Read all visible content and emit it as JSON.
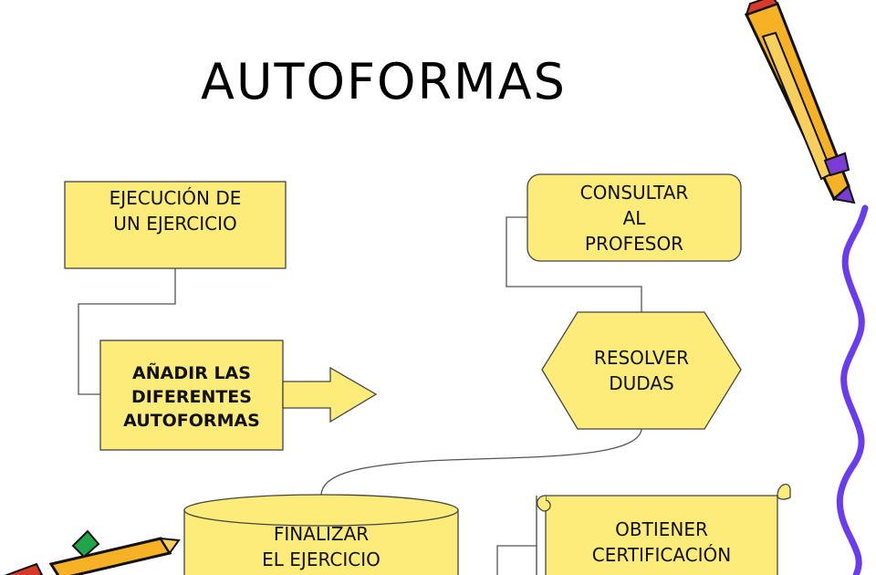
{
  "title": "AUTOFORMAS",
  "colors": {
    "fill": "#fdec7a",
    "stroke": "#444444",
    "connector": "#555555",
    "squiggle": "#6a3cf0"
  },
  "icons": [
    "pencil-icon",
    "pencils-icon"
  ],
  "shapes": {
    "ejecucion": {
      "lines": [
        "EJECUCIÓN DE",
        "UN EJERCICIO"
      ]
    },
    "anadir": {
      "lines": [
        "AÑADIR LAS",
        "DIFERENTES",
        "AUTOFORMAS"
      ]
    },
    "consultar": {
      "lines": [
        "CONSULTAR",
        "AL",
        "PROFESOR"
      ]
    },
    "resolver": {
      "lines": [
        "RESOLVER",
        "DUDAS"
      ]
    },
    "finalizar": {
      "lines": [
        "FINALIZAR",
        "EL EJERCICIO"
      ]
    },
    "obtiene": {
      "lines": [
        "OBTIENER",
        "CERTIFICACIÓN"
      ]
    }
  }
}
